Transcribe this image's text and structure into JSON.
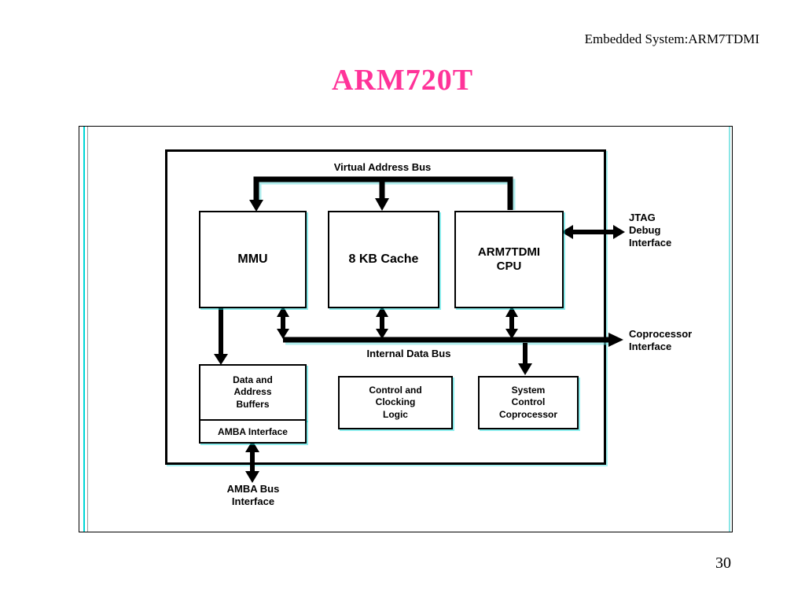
{
  "slide": {
    "header": "Embedded System:ARM7TDMI",
    "title": "ARM720T",
    "page_number": "30"
  },
  "colors": {
    "title_pink": "#ff3399",
    "accent_cyan": "#00d6d6",
    "text": "#000000",
    "background": "#ffffff"
  },
  "diagram": {
    "bus_labels": {
      "virtual": "Virtual Address Bus",
      "internal": "Internal Data Bus"
    },
    "blocks": {
      "mmu": "MMU",
      "cache": "8 KB Cache",
      "cpu": "ARM7TDMI\nCPU",
      "buffers": "Data and\nAddress\nBuffers",
      "amba": "AMBA Interface",
      "control": "Control and\nClocking\nLogic",
      "syscop": "System\nControl\nCoprocessor"
    },
    "interfaces": {
      "jtag": "JTAG\nDebug\nInterface",
      "coproc": "Coprocessor\nInterface",
      "amba_bus": "AMBA Bus\nInterface"
    }
  }
}
